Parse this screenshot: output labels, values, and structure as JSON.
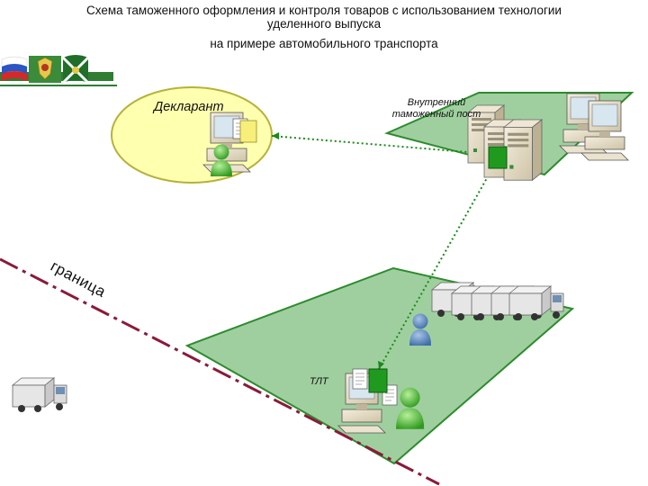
{
  "header": {
    "title_line1": "Схема таможенного оформления и контроля товаров с использованием технологии",
    "title_line2": "уделенного выпуска",
    "title_line3": "на примере автомобильного транспорта"
  },
  "labels": {
    "declarant": "Декларант",
    "inland_post": "Внутренний таможенный пост",
    "tlt": "ТЛТ",
    "border": "граница"
  },
  "colors": {
    "zone_fill": "#9fcf9f",
    "zone_stroke": "#2e8b2e",
    "declarant_fill": "#ffffb0",
    "declarant_stroke": "#b5b23a",
    "border_line": "#8b1a3a",
    "link_line": "#1a8a1a",
    "header_bar": "#2e7d32"
  },
  "icons": [
    "russian-flag-icon",
    "customs-emblem-icon",
    "customs-flag-icon",
    "computer-icon",
    "server-icon",
    "person-icon",
    "truck-icon",
    "document-icon",
    "green-node-icon"
  ]
}
